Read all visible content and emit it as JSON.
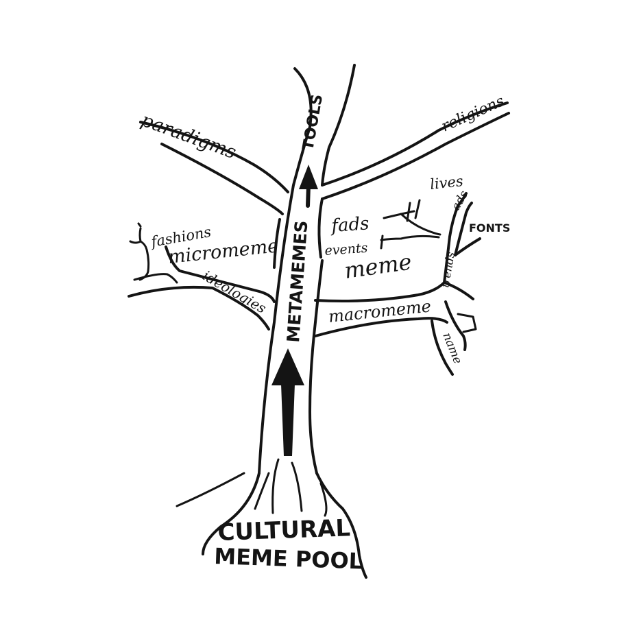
{
  "diagram": {
    "ink_color": "#141414",
    "background": "#ffffff",
    "labels": {
      "paradigms": "paradigms",
      "tools": "TOOLS",
      "religions": "religions",
      "fashions": "fashions",
      "micromeme": "micromeme",
      "ideologies": "ideologies",
      "metamemes": "METAMEMES",
      "fads": "fads",
      "lives": "lives",
      "ads": "ads",
      "fonts": "FONTS",
      "events": "events",
      "meme": "meme",
      "trends": "trends",
      "macromeme": "macromeme",
      "name": "name",
      "cultural": "CULTURAL",
      "meme_pool": "MEME POOL"
    }
  }
}
